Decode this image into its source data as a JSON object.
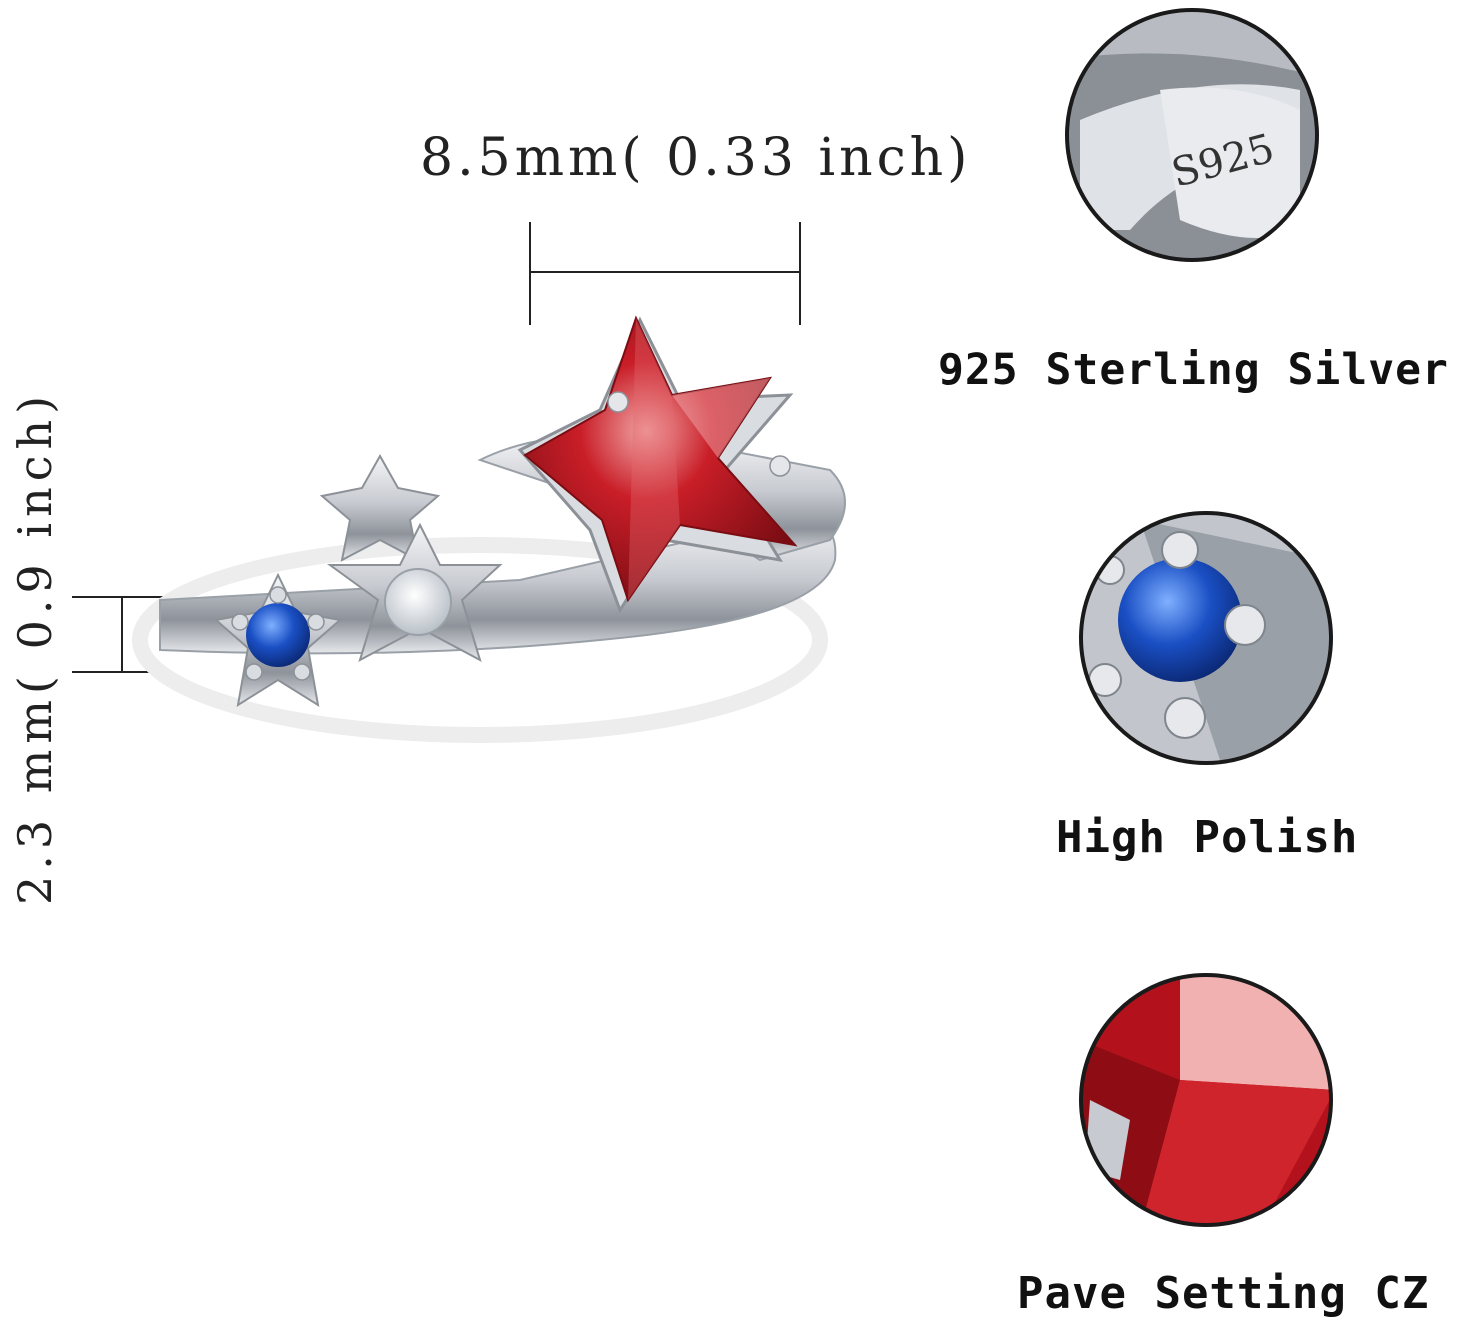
{
  "dimensions": {
    "width_label": "8.5mm( 0.33 inch)",
    "height_label": "2.3 mm( 0.9 inch)"
  },
  "features": [
    {
      "caption": "925 Sterling Silver",
      "engraving": "S925"
    },
    {
      "caption": "High Polish"
    },
    {
      "caption": "Pave Setting CZ"
    }
  ],
  "colors": {
    "garnet_red": "#b3121c",
    "sapphire_blue": "#1a4fc4",
    "silver": "#c9ccd1",
    "text": "#111111"
  }
}
